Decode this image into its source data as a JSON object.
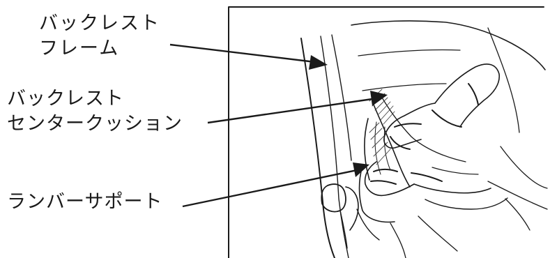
{
  "labels": {
    "backrest_frame": {
      "line1": "バックレスト",
      "line2": "フレーム"
    },
    "backrest_center_cushion": {
      "line1": "バックレスト",
      "line2": "センタークッション"
    },
    "lumbar_support": {
      "line1": "ランバーサポート"
    }
  },
  "colors": {
    "line": "#1a1a1a",
    "background": "#ffffff"
  }
}
